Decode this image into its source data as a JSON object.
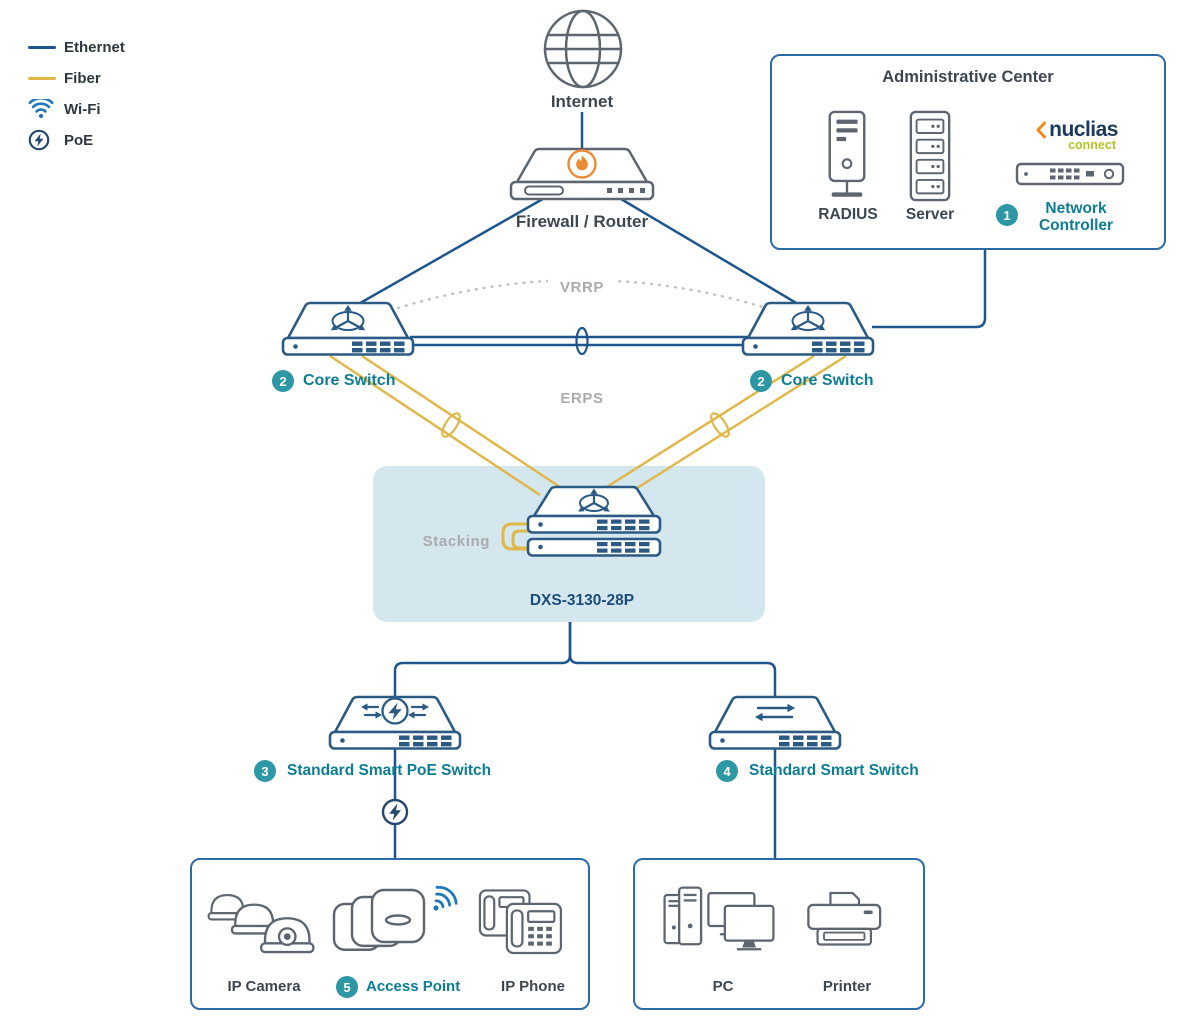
{
  "colors": {
    "ethernet": "#1d568c",
    "fiber": "#dfb84a",
    "teal_text": "#0c7d93",
    "badge": "#2e97a5",
    "gray_label": "#a9abae",
    "stack_bg": "#d5e7ee",
    "device_navy": "#2b5a84",
    "device_gray": "#5d6670",
    "flame_orange": "#ec8a33",
    "wifi_blue": "#1e78bb",
    "box_border": "#2e6ba4",
    "model_navy": "#1b4d7c"
  },
  "legend": {
    "items": [
      {
        "id": "ethernet",
        "label": "Ethernet"
      },
      {
        "id": "fiber",
        "label": "Fiber"
      },
      {
        "id": "wifi",
        "label": "Wi-Fi"
      },
      {
        "id": "poe",
        "label": "PoE"
      }
    ]
  },
  "internet": {
    "label": "Internet"
  },
  "firewall": {
    "label": "Firewall / Router"
  },
  "admin_center": {
    "title": "Administrative Center",
    "radius_label": "RADIUS",
    "server_label": "Server",
    "brand": "nuclias",
    "brand_sub": "connect",
    "controller_badge": "1",
    "controller_label": "Network Controller"
  },
  "core_switches": {
    "left_badge": "2",
    "left_label": "Core Switch",
    "right_badge": "2",
    "right_label": "Core Switch"
  },
  "protocols": {
    "vrrp": "VRRP",
    "erps": "ERPS"
  },
  "stack": {
    "label": "Stacking",
    "model": "DXS-3130-28P"
  },
  "access_switches": {
    "poe_badge": "3",
    "poe_label": "Standard Smart PoE Switch",
    "standard_badge": "4",
    "standard_label": "Standard Smart Switch"
  },
  "endpoints_left": {
    "camera_label": "IP Camera",
    "ap_badge": "5",
    "ap_label": "Access Point",
    "phone_label": "IP Phone"
  },
  "endpoints_right": {
    "pc_label": "PC",
    "printer_label": "Printer"
  }
}
